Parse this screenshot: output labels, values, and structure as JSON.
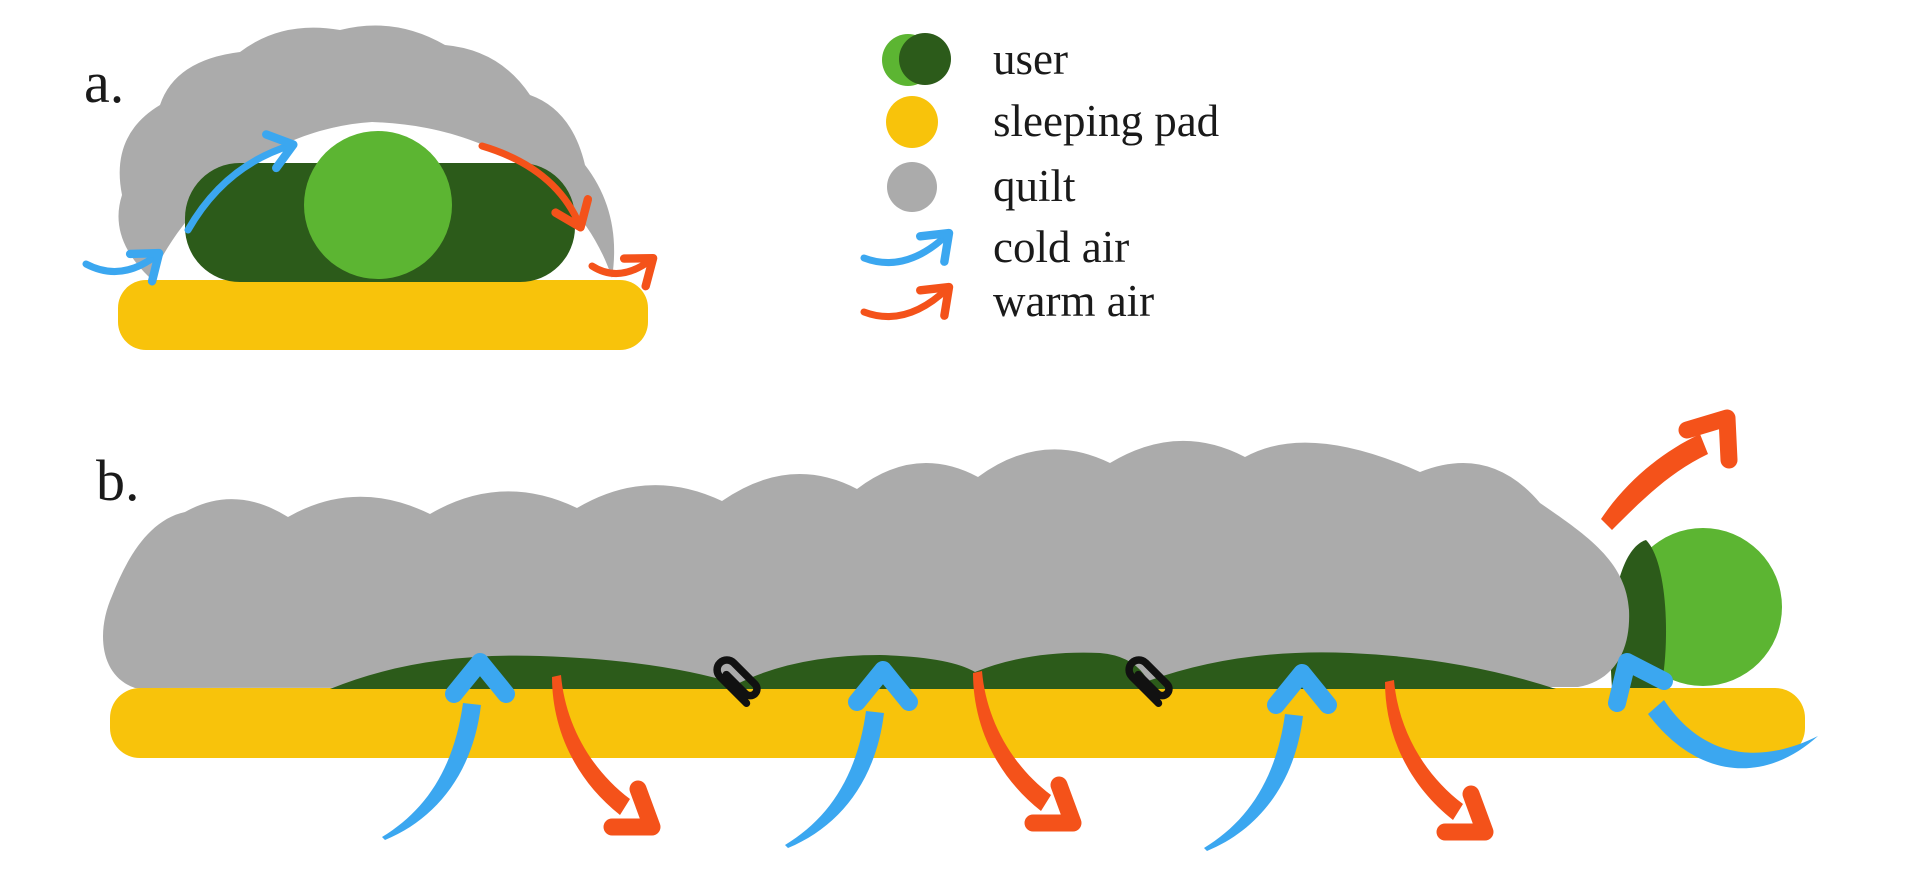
{
  "panels": {
    "a": {
      "label": "a."
    },
    "b": {
      "label": "b."
    }
  },
  "legend": {
    "items": [
      {
        "id": "user",
        "label": "user",
        "swatch": "double-circle-green"
      },
      {
        "id": "sleeping-pad",
        "label": "sleeping pad",
        "swatch": "circle-yellow"
      },
      {
        "id": "quilt",
        "label": "quilt",
        "swatch": "circle-gray"
      },
      {
        "id": "cold-air",
        "label": "cold air",
        "swatch": "blue-curved-arrow"
      },
      {
        "id": "warm-air",
        "label": "warm air",
        "swatch": "orange-curved-arrow"
      }
    ]
  },
  "colors": {
    "user-light": "#5CB532",
    "user-dark": "#2C5B1A",
    "sleeping-pad": "#F8C30B",
    "quilt": "#ABABAB",
    "cold-air": "#3BA7F0",
    "warm-air": "#F4521A",
    "clip": "#111111",
    "text": "#1A1A1A",
    "background": "#FFFFFF"
  }
}
